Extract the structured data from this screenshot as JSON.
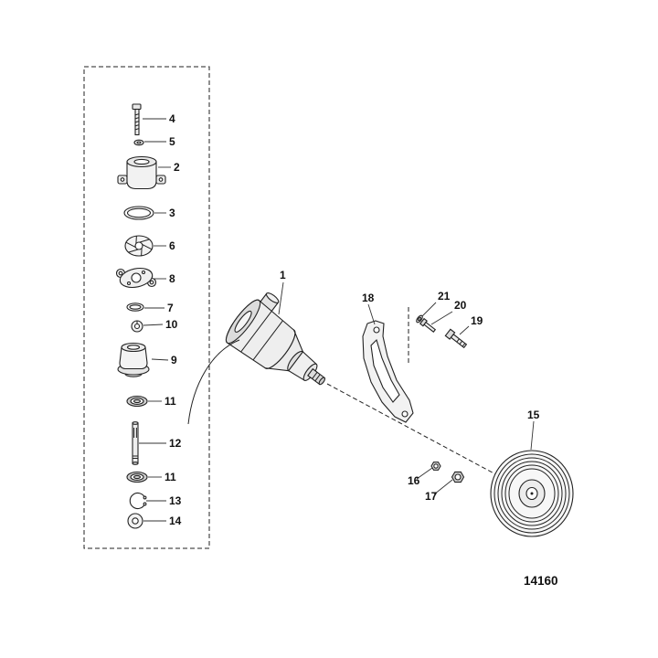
{
  "diagram": {
    "figure_number": "14160",
    "callouts": [
      {
        "part": "4"
      },
      {
        "part": "5"
      },
      {
        "part": "2"
      },
      {
        "part": "3"
      },
      {
        "part": "6"
      },
      {
        "part": "8"
      },
      {
        "part": "7"
      },
      {
        "part": "10"
      },
      {
        "part": "9"
      },
      {
        "part": "11"
      },
      {
        "part": "12"
      },
      {
        "part": "11"
      },
      {
        "part": "13"
      },
      {
        "part": "14"
      },
      {
        "part": "1"
      },
      {
        "part": "18"
      },
      {
        "part": "21"
      },
      {
        "part": "20"
      },
      {
        "part": "19"
      },
      {
        "part": "15"
      },
      {
        "part": "16"
      },
      {
        "part": "17"
      }
    ]
  }
}
